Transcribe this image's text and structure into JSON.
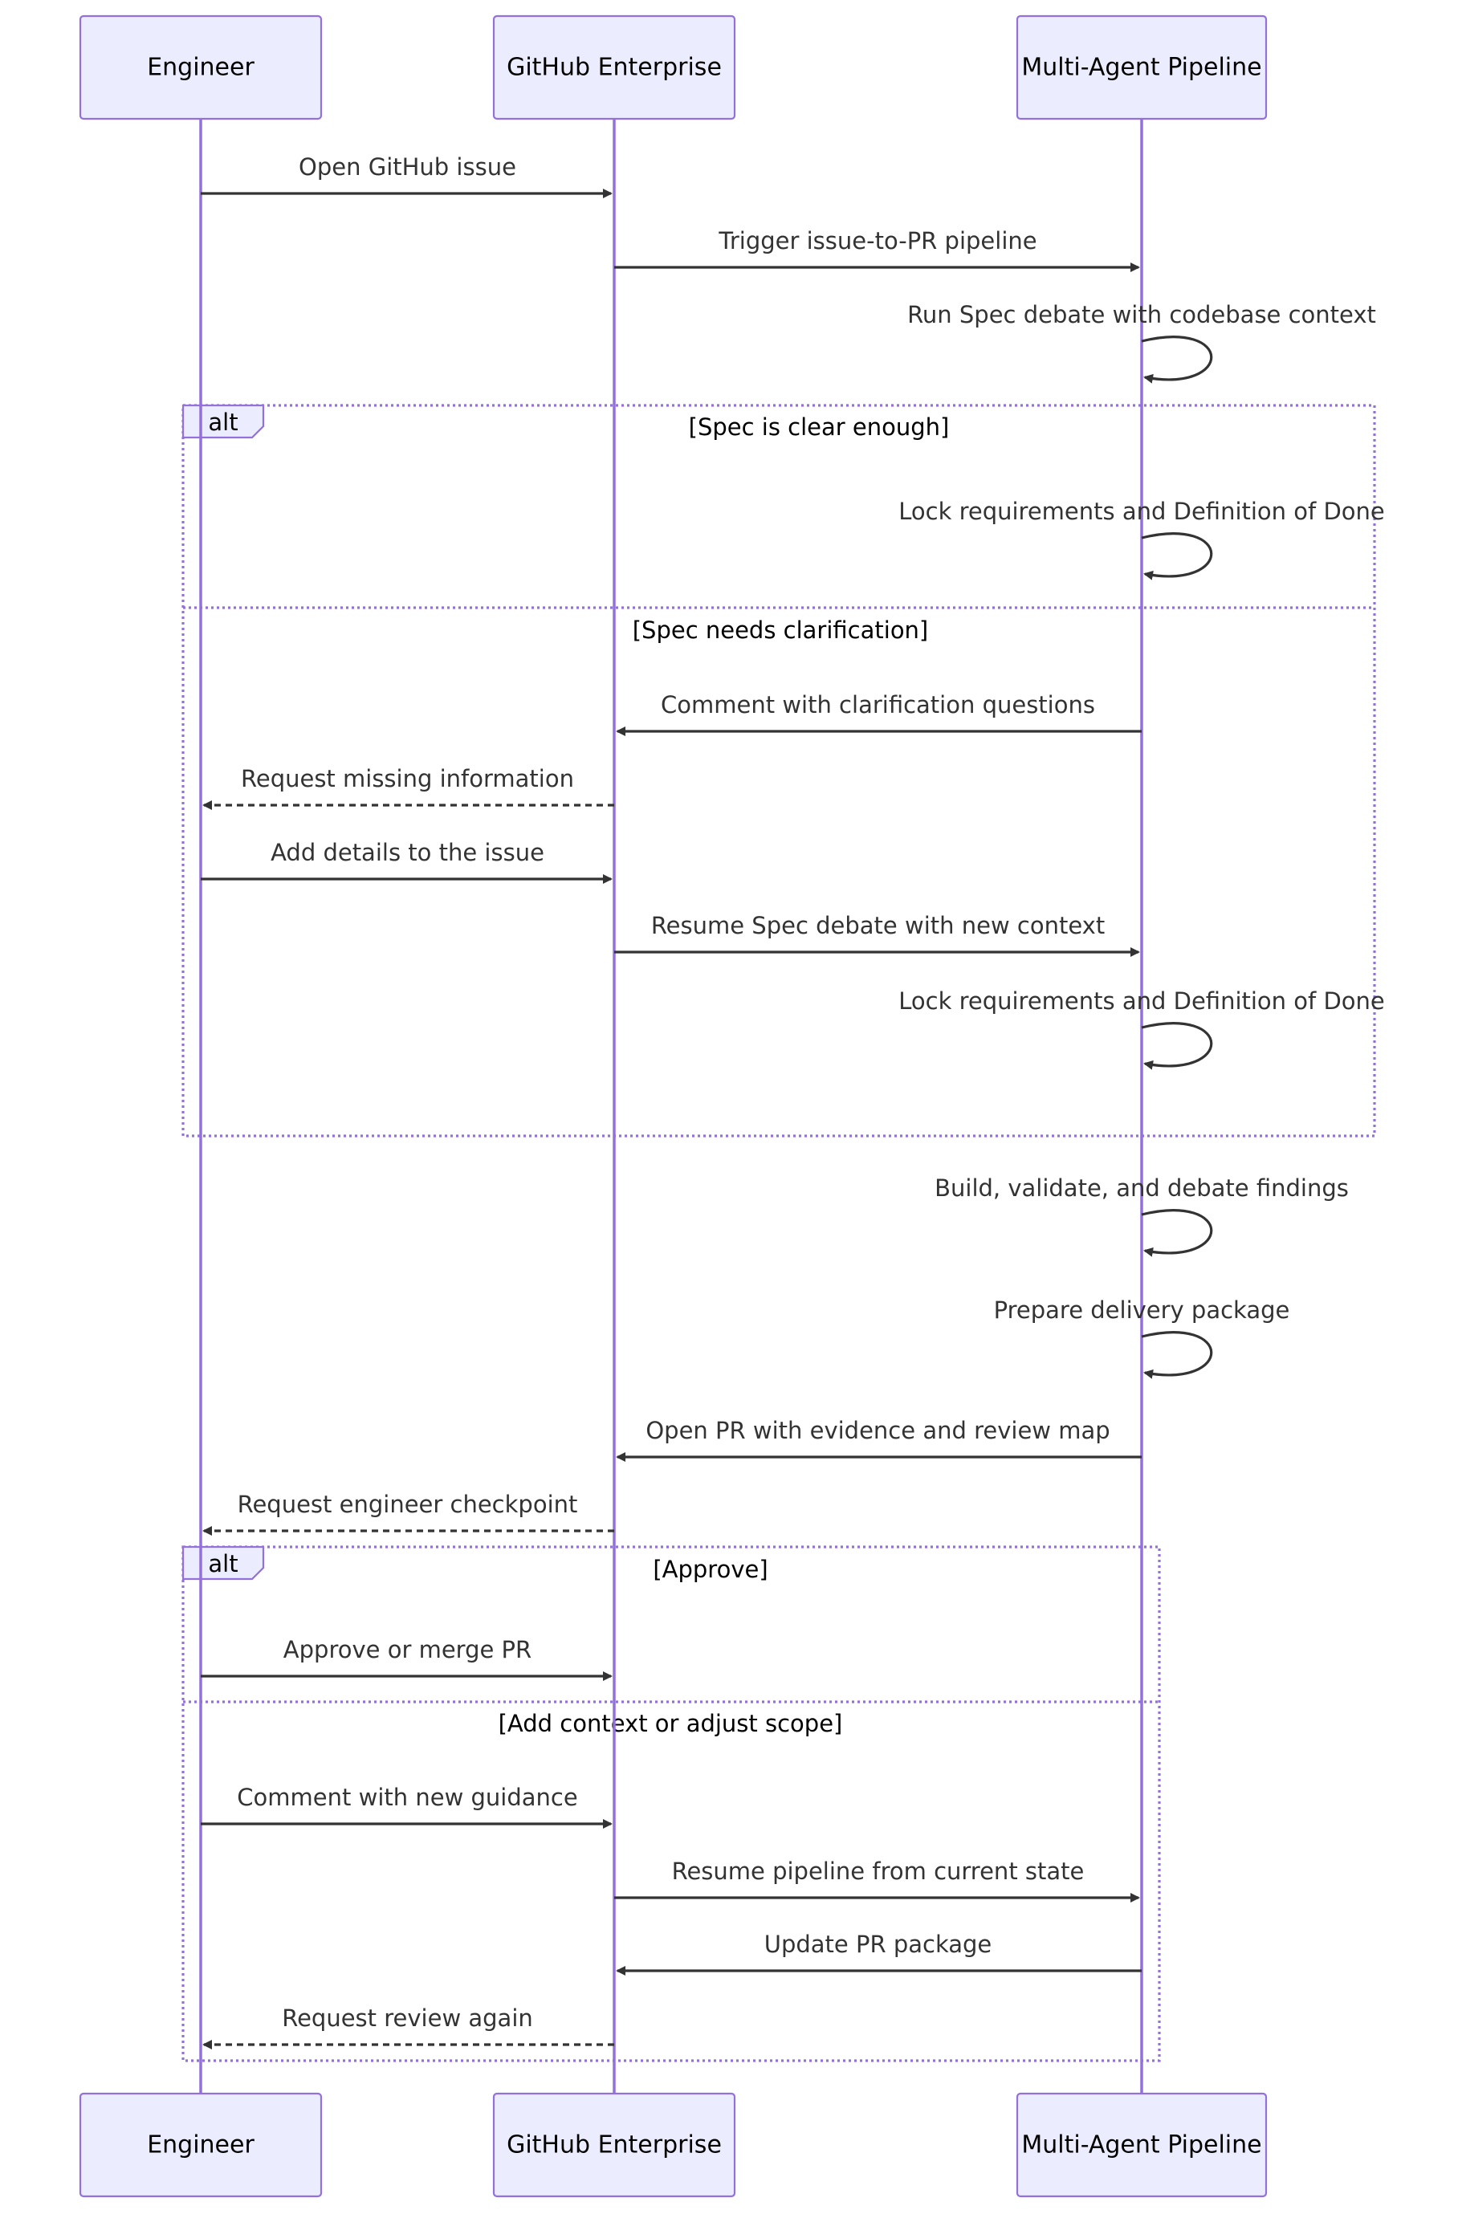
{
  "actors": [
    {
      "id": "eng",
      "label": "Engineer"
    },
    {
      "id": "gh",
      "label": "GitHub Enterprise"
    },
    {
      "id": "map",
      "label": "Multi-Agent Pipeline"
    }
  ],
  "messages": [
    {
      "from": "eng",
      "to": "gh",
      "text": "Open GitHub issue",
      "dashed": false
    },
    {
      "from": "gh",
      "to": "map",
      "text": "Trigger issue-to-PR pipeline",
      "dashed": false
    },
    {
      "from": "map",
      "to": "map",
      "text": "Run Spec debate with codebase context",
      "dashed": false
    },
    {
      "from": "map",
      "to": "map",
      "text": "Lock requirements and Definition of Done",
      "dashed": false
    },
    {
      "from": "map",
      "to": "gh",
      "text": "Comment with clarification questions",
      "dashed": false
    },
    {
      "from": "gh",
      "to": "eng",
      "text": "Request missing information",
      "dashed": true
    },
    {
      "from": "eng",
      "to": "gh",
      "text": "Add details to the issue",
      "dashed": false
    },
    {
      "from": "gh",
      "to": "map",
      "text": "Resume Spec debate with new context",
      "dashed": false
    },
    {
      "from": "map",
      "to": "map",
      "text": "Lock requirements and Definition of Done",
      "dashed": false
    },
    {
      "from": "map",
      "to": "map",
      "text": "Build, validate, and debate findings",
      "dashed": false
    },
    {
      "from": "map",
      "to": "map",
      "text": "Prepare delivery package",
      "dashed": false
    },
    {
      "from": "map",
      "to": "gh",
      "text": "Open PR with evidence and review map",
      "dashed": false
    },
    {
      "from": "gh",
      "to": "eng",
      "text": "Request engineer checkpoint",
      "dashed": true
    },
    {
      "from": "eng",
      "to": "gh",
      "text": "Approve or merge PR",
      "dashed": false
    },
    {
      "from": "eng",
      "to": "gh",
      "text": "Comment with new guidance",
      "dashed": false
    },
    {
      "from": "gh",
      "to": "map",
      "text": "Resume pipeline from current state",
      "dashed": false
    },
    {
      "from": "map",
      "to": "gh",
      "text": "Update PR package",
      "dashed": false
    },
    {
      "from": "gh",
      "to": "eng",
      "text": "Request review again",
      "dashed": true
    }
  ],
  "frames": [
    {
      "type": "alt",
      "label": "alt",
      "conditions": [
        "[Spec is clear enough]",
        "[Spec needs clarification]"
      ]
    },
    {
      "type": "alt",
      "label": "alt",
      "conditions": [
        "[Approve]",
        "[Add context or adjust scope]"
      ]
    }
  ],
  "colors": {
    "actor_fill": "#ececff",
    "actor_stroke": "#9370db",
    "lifeline": "#9370db",
    "message": "#333333",
    "frame": "#9370db"
  }
}
